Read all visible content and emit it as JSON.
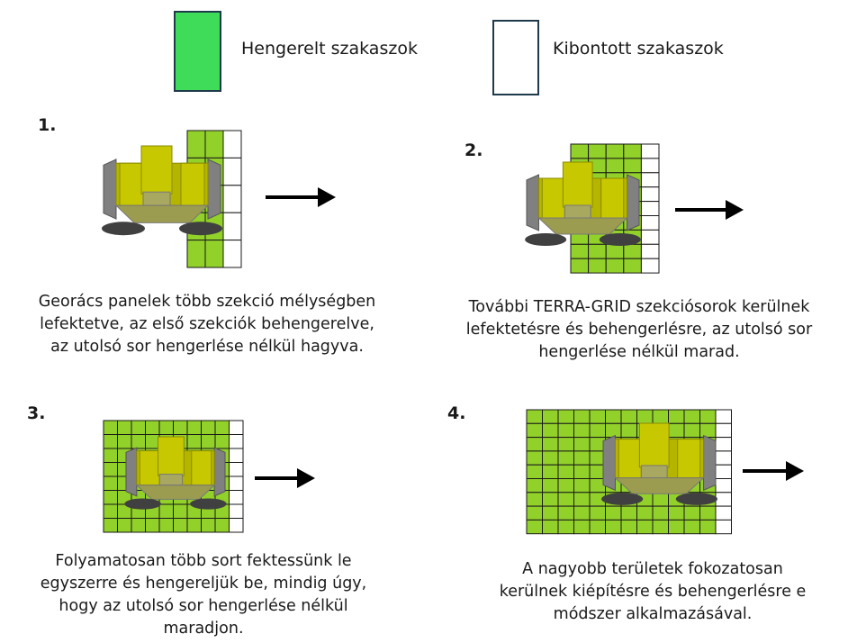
{
  "legend": {
    "rolled_label": "Hengerelt szakaszok",
    "unrolled_label": "Kibontott szakaszok",
    "rolled_color": "#3fdc5a",
    "unrolled_color": "#ffffff"
  },
  "colors": {
    "grid_fill": "#92d02a",
    "roller_body": "#c8c800",
    "roller_side": "#808080",
    "wheel": "#404040"
  },
  "steps": [
    {
      "number": "1.",
      "caption_lines": [
        "Georács panelek több szekció mélységben",
        "lefektetve, az első szekciók behengerelve,",
        "az utolsó sor hengerlése nélkül hagyva."
      ]
    },
    {
      "number": "2.",
      "caption_lines": [
        "További TERRA-GRID szekciósorok kerülnek",
        "lefektetésre és behengerlésre, az utolsó sor",
        "hengerlése nélkül marad."
      ]
    },
    {
      "number": "3.",
      "caption_lines": [
        "Folyamatosan több sort fektessünk le",
        "egyszerre és hengereljük be, mindig úgy,",
        "hogy az utolsó sor hengerlése nélkül",
        "maradjon."
      ]
    },
    {
      "number": "4.",
      "caption_lines": [
        "A nagyobb területek fokozatosan",
        "kerülnek kiépítésre és behengerlésre e",
        "módszer alkalmazásával."
      ]
    }
  ]
}
